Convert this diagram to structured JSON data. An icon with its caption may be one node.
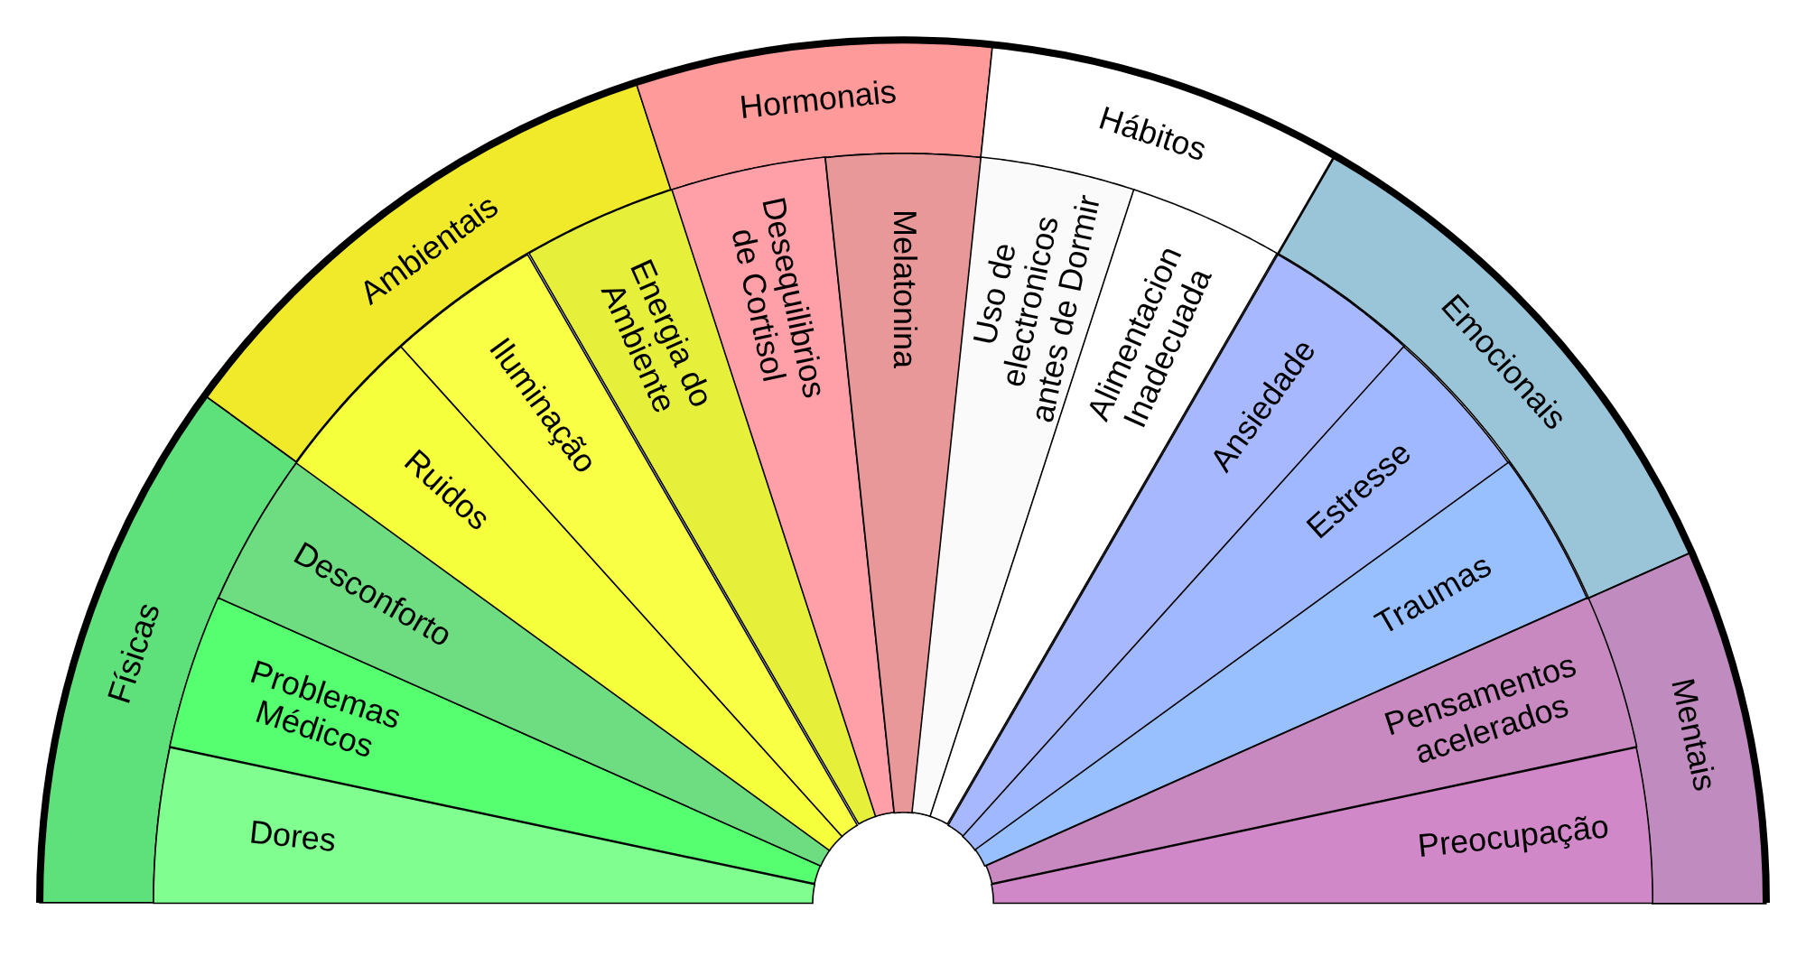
{
  "diagram": {
    "nodes": [
      {
        "text": [
          "Físicas"
        ]
      },
      {
        "text": [
          "Dores"
        ]
      },
      {
        "text": [
          "Problemas Médicos"
        ]
      },
      {
        "text": [
          "Desconforto"
        ]
      },
      {
        "text": [
          "Ambientais"
        ]
      },
      {
        "text": [
          "Ruidos"
        ]
      },
      {
        "text": [
          "Iluminação"
        ]
      },
      {
        "text": [
          "Energia do Ambiente"
        ]
      },
      {
        "text": [
          "Hormonais"
        ]
      },
      {
        "text": [
          "Desequilibrios de Cortisol"
        ]
      },
      {
        "text": [
          "Melatonina"
        ]
      },
      {
        "text": [
          "Hábitos"
        ]
      },
      {
        "text": [
          "Uso de electronicos antes de Dormir"
        ]
      },
      {
        "text": [
          "Alimentacion Inadecuada"
        ]
      },
      {
        "text": [
          "Emocionais"
        ]
      },
      {
        "text": [
          "Ansiedade"
        ]
      },
      {
        "text": [
          "Estresse"
        ]
      },
      {
        "text": [
          "Traumas"
        ]
      },
      {
        "text": [
          "Mentais"
        ]
      },
      {
        "text": [
          "Pensamentos acelerados"
        ]
      },
      {
        "text": [
          "Preocupação"
        ]
      }
    ]
  }
}
